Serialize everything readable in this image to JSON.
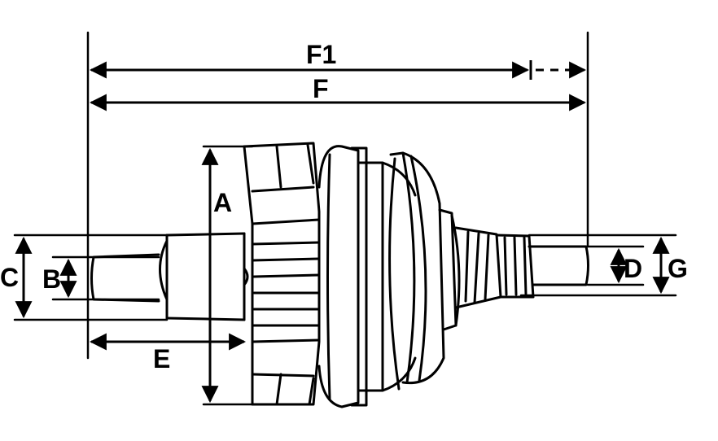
{
  "colors": {
    "stroke": "#000000",
    "background": "#ffffff"
  },
  "dimensions": {
    "f1": "F1",
    "f": "F",
    "a": "A",
    "b": "B",
    "c": "C",
    "d": "D",
    "e": "E",
    "g": "G"
  }
}
